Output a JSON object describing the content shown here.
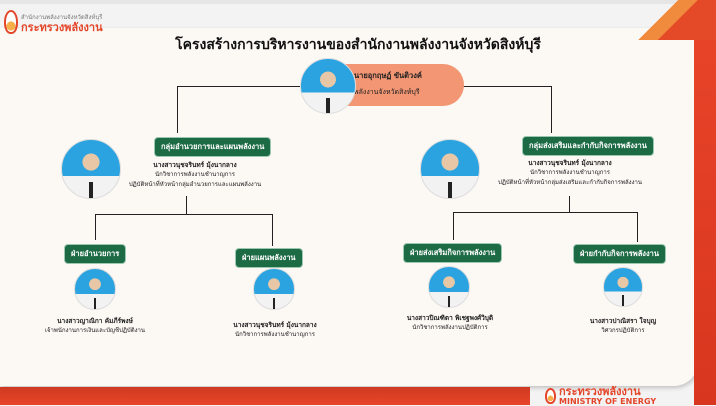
{
  "header": {
    "org_small": "สำนักงานพลังงานจังหวัดสิงห์บุรี",
    "org_main": "กระทรวงพลังงาน",
    "title": "โครงสร้างการบริหารงานของสำนักงานพลังงานจังหวัดสิงห์บุรี"
  },
  "head": {
    "name": "นายอุกฤษฏ์ ขันติวงค์",
    "position": "พลังงานจังหวัดสิงห์บุรี"
  },
  "groups": [
    {
      "label": "กลุ่มอำนวยการและแผนพลังงาน",
      "name": "นางสาวนุชจรินทร์ มุ้งนากลาง",
      "position": "นักวิชาการพลังงานชำนาญการ",
      "duty": "ปฏิบัติหน้าที่หัวหน้ากลุ่มอำนวยการและแผนพลังงาน"
    },
    {
      "label": "กลุ่มส่งเสริมและกำกับกิจการพลังงาน",
      "name": "นางสาวนุชจรินทร์ มุ้งนากลาง",
      "position": "นักวิชาการพลังงานชำนาญการ",
      "duty": "ปฏิบัติหน้าที่หัวหน้ากลุ่มส่งเสริมและกำกับกิจการพลังงาน"
    }
  ],
  "sections": [
    {
      "label": "ฝ่ายอำนวยการ",
      "name": "นางสาวญาณิกา คัมภีร์พงษ์",
      "position": "เจ้าพนักงานการเงินและบัญชีปฏิบัติงาน"
    },
    {
      "label": "ฝ่ายแผนพลังงาน",
      "name": "นางสาวนุชจรินทร์ มุ้งนากลาง",
      "position": "นักวิชาการพลังงานชำนาญการ"
    },
    {
      "label": "ฝ่ายส่งเสริมกิจการพลังงาน",
      "name": "นางสาวปิณฑิตา พิเชฐพงศ์วิบุติ",
      "position": "นักวิชาการพลังงานปฏิบัติการ"
    },
    {
      "label": "ฝ่ายกำกับกิจการพลังงาน",
      "name": "นางสาวปาณิสรา ใจบุญ",
      "position": "วิศวกรปฏิบัติการ"
    }
  ],
  "footer": {
    "logo_th": "กระทรวงพลังงาน",
    "logo_en": "MINISTRY OF ENERGY"
  }
}
